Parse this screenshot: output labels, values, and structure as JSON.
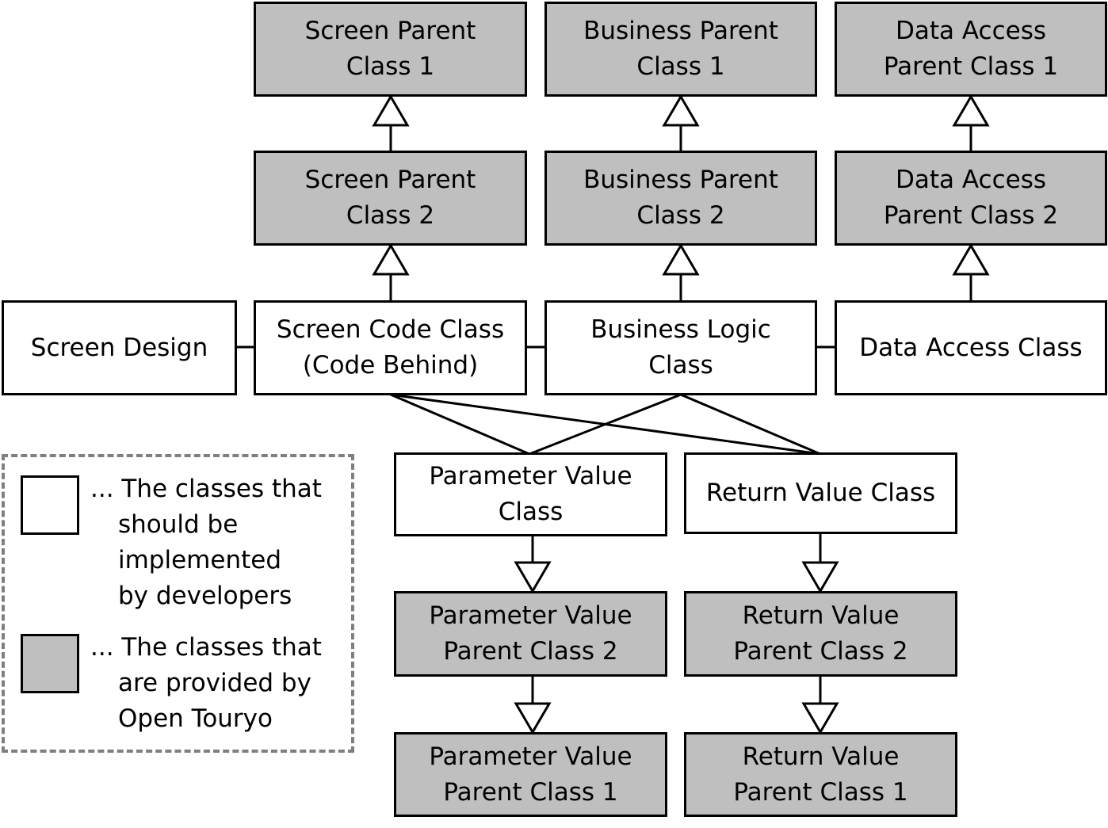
{
  "colors": {
    "provided_fill": "#bfbfbf",
    "implemented_fill": "#ffffff",
    "stroke": "#000000",
    "legend_border": "#7f7f7f"
  },
  "boxes": {
    "screen_parent_1": [
      "Screen Parent",
      "Class 1"
    ],
    "business_parent_1": [
      "Business Parent",
      "Class 1"
    ],
    "data_access_parent_1": [
      "Data Access",
      "Parent Class 1"
    ],
    "screen_parent_2": [
      "Screen Parent",
      "Class 2"
    ],
    "business_parent_2": [
      "Business Parent",
      "Class 2"
    ],
    "data_access_parent_2": [
      "Data Access",
      "Parent Class 2"
    ],
    "screen_design": [
      "Screen Design"
    ],
    "screen_code": [
      "Screen Code Class",
      "(Code Behind)"
    ],
    "business_logic": [
      "Business Logic",
      "Class"
    ],
    "data_access": [
      "Data Access Class"
    ],
    "parameter_value": [
      "Parameter Value",
      "Class"
    ],
    "return_value": [
      "Return Value Class"
    ],
    "parameter_parent_2": [
      "Parameter Value",
      "Parent Class 2"
    ],
    "return_parent_2": [
      "Return Value",
      "Parent Class 2"
    ],
    "parameter_parent_1": [
      "Parameter Value",
      "Parent Class 1"
    ],
    "return_parent_1": [
      "Return Value",
      "Parent Class 1"
    ]
  },
  "legend": {
    "implemented": [
      "... The classes that",
      "should be",
      "implemented",
      "by developers"
    ],
    "provided": [
      "... The classes that",
      "are provided by",
      "Open Touryo"
    ]
  }
}
